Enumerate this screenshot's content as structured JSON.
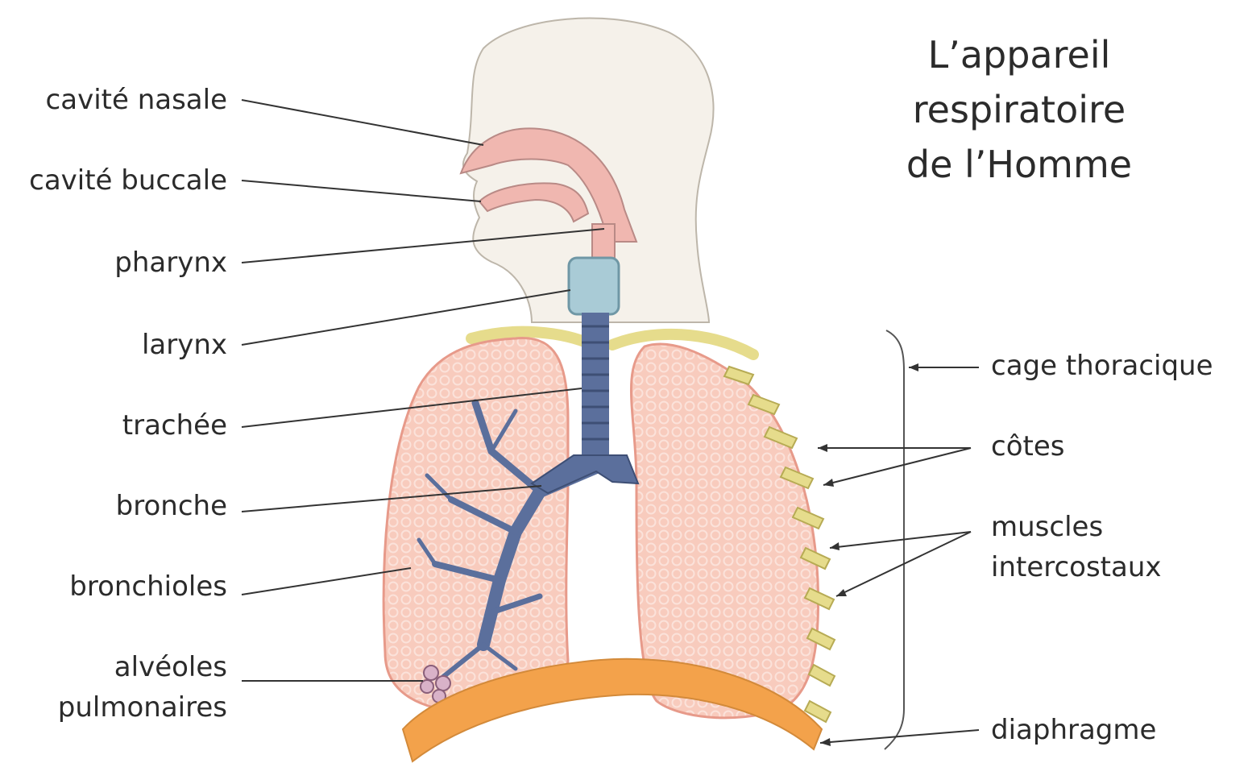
{
  "title": {
    "line1": "L’appareil",
    "line2": "respiratoire",
    "line3": "de l’Homme"
  },
  "labels_left": {
    "nasal_cavity": "cavité nasale",
    "oral_cavity": "cavité buccale",
    "pharynx": "pharynx",
    "larynx": "larynx",
    "trachea": "trachée",
    "bronchus": "bronche",
    "bronchioles": "bronchioles",
    "alveoli_line1": "alvéoles",
    "alveoli_line2": "pulmonaires"
  },
  "labels_right": {
    "rib_cage": "cage thoracique",
    "ribs": "côtes",
    "muscles_line1": "muscles",
    "muscles_line2": "intercostaux",
    "diaphragm": "diaphragme"
  },
  "colors": {
    "head_fill": "#f5f1ea",
    "lung_fill": "#f6c6b8",
    "bronchi_fill": "#5b6f9c",
    "diaphragm_fill": "#f3a24b",
    "rib_fill": "#e6dc8c",
    "leader_line": "#333333"
  }
}
